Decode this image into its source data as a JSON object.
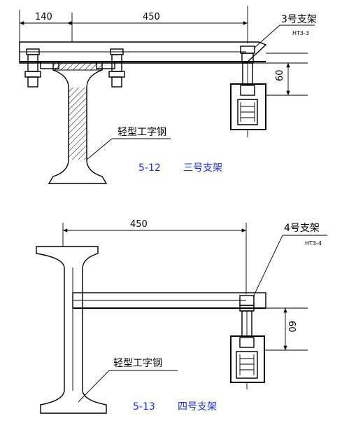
{
  "fig1": {
    "dim_left": "140",
    "dim_right": "450",
    "dim_vertical": "60",
    "bracket_label": "3号支架",
    "bracket_code": "HT3-3",
    "beam_label": "轻型工字钢",
    "caption_number": "5-12",
    "caption_title": "三号支架"
  },
  "fig2": {
    "dim_top": "450",
    "dim_vertical": "60",
    "bracket_label": "4号支架",
    "bracket_code": "HT3-4",
    "beam_label": "轻型工字钢",
    "caption_number": "5-13",
    "caption_title": "四号支架"
  },
  "colors": {
    "line": "#000000",
    "caption": "#1a33cc"
  }
}
